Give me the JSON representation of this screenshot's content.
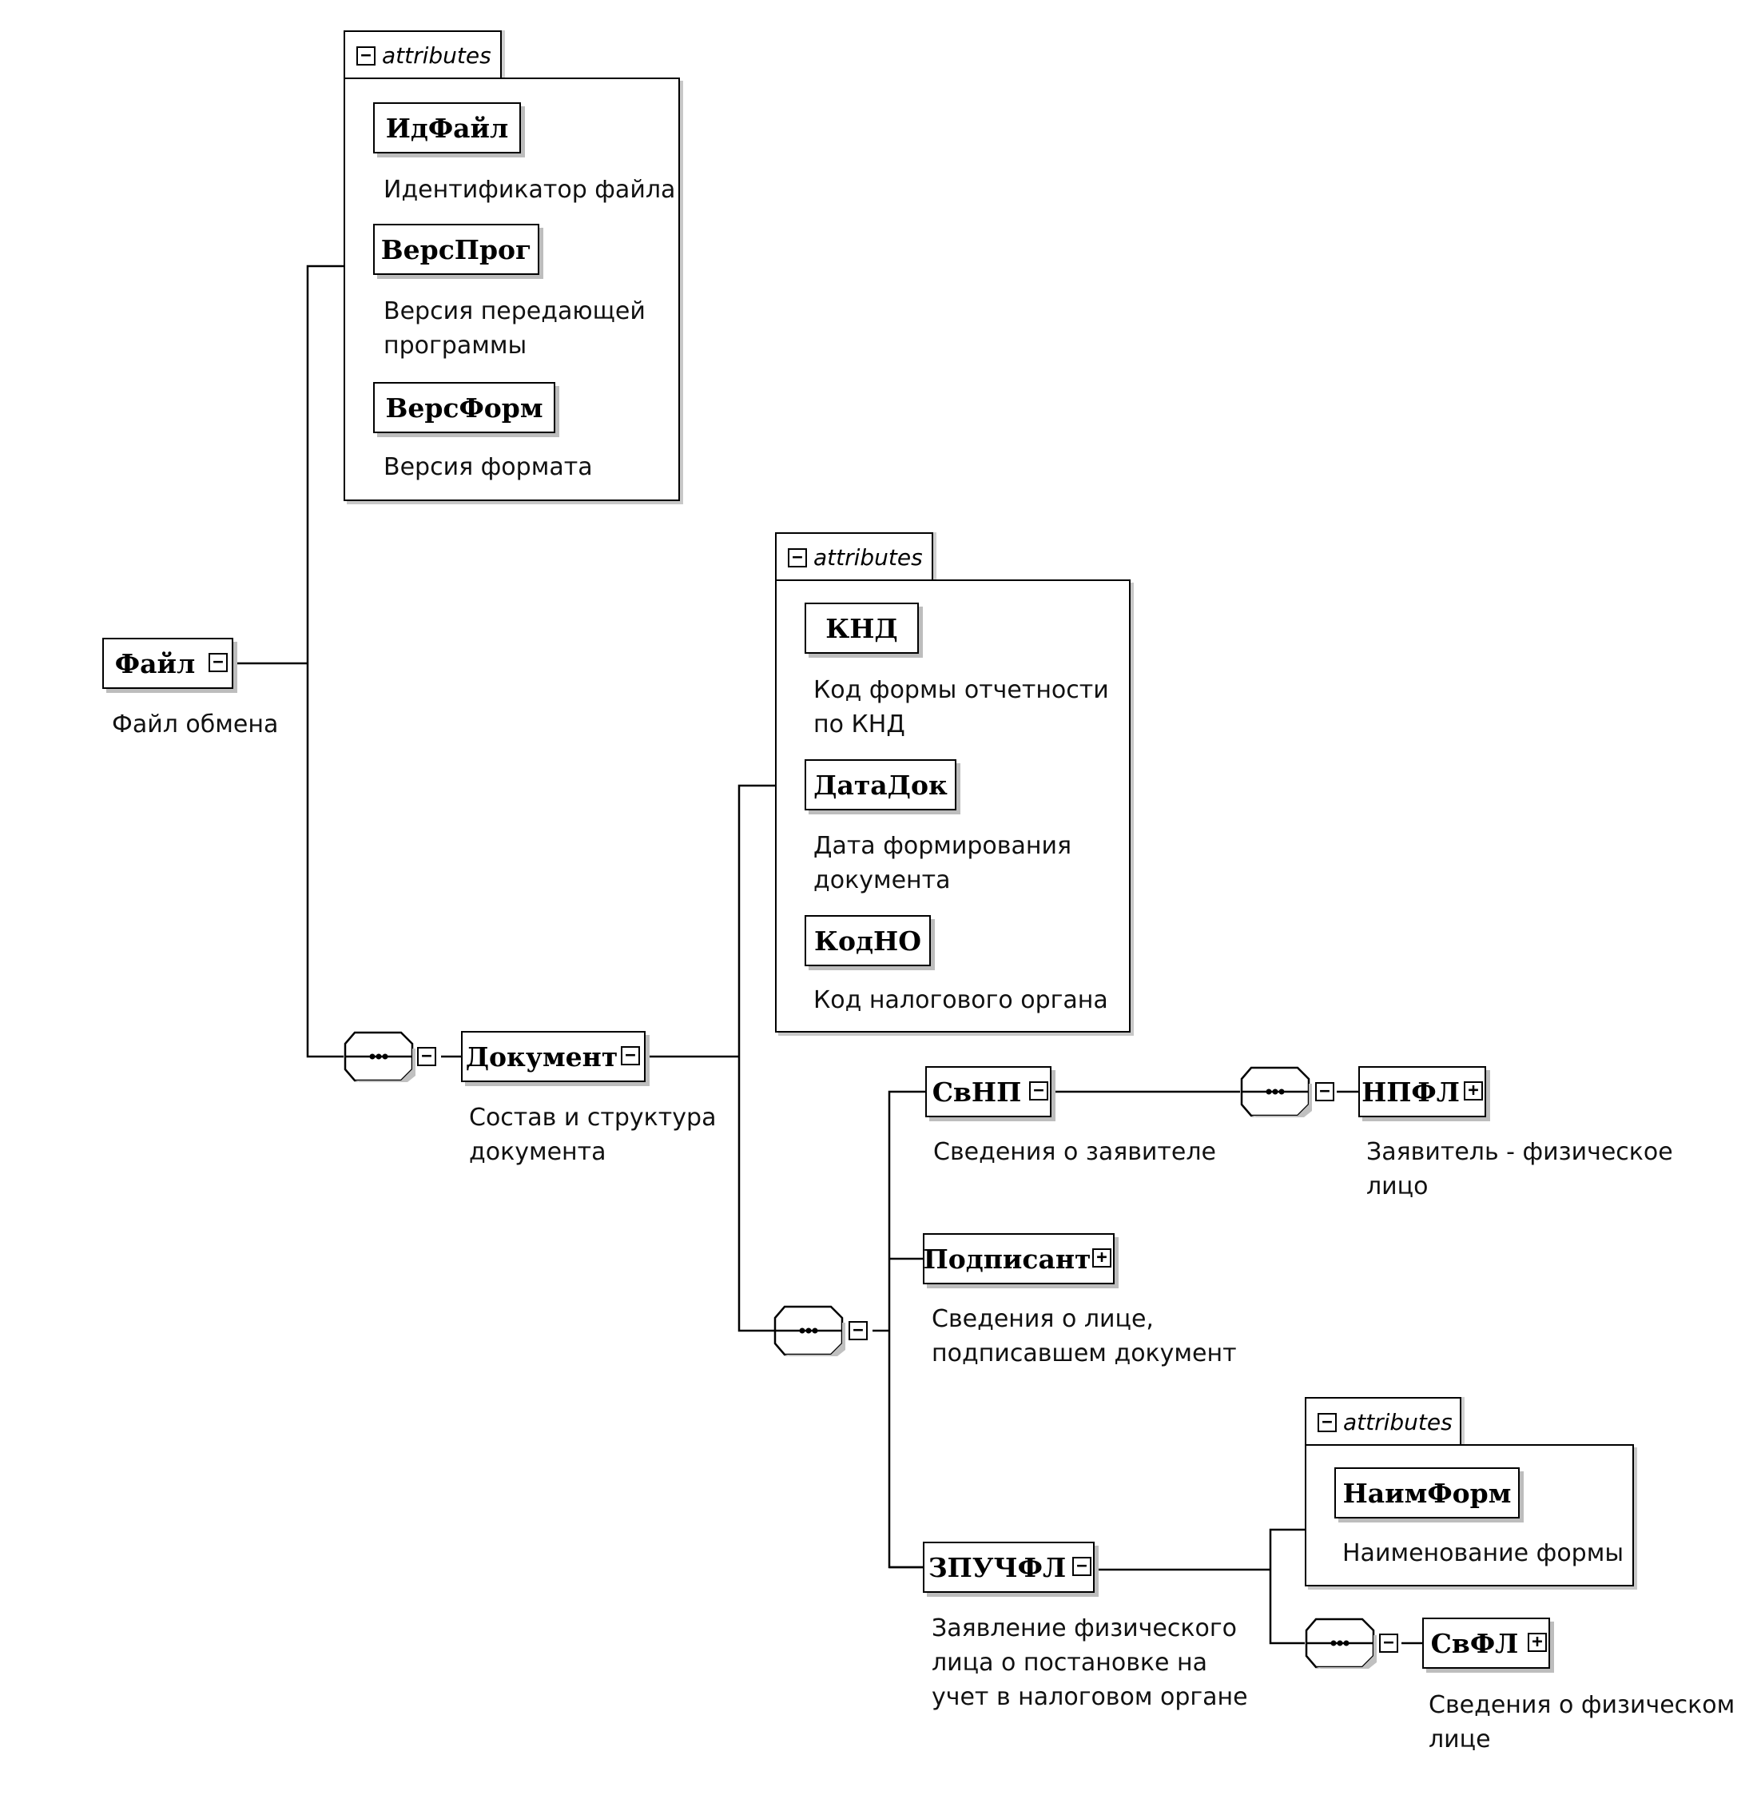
{
  "attribute_groups": {
    "file": {
      "title": "attributes",
      "items": [
        {
          "name": "ИдФайл",
          "description": "Идентификатор файла"
        },
        {
          "name": "ВерсПрог",
          "description": "Версия передающей\nпрограммы"
        },
        {
          "name": "ВерсФорм",
          "description": "Версия формата"
        }
      ]
    },
    "document": {
      "title": "attributes",
      "items": [
        {
          "name": "КНД",
          "description": "Код формы отчетности\nпо КНД"
        },
        {
          "name": "ДатаДок",
          "description": "Дата формирования\nдокумента"
        },
        {
          "name": "КодНО",
          "description": "Код налогового органа"
        }
      ]
    },
    "zpuchfl": {
      "title": "attributes",
      "items": [
        {
          "name": "НаимФорм",
          "description": "Наименование формы"
        }
      ]
    }
  },
  "elements": {
    "fajl": {
      "name": "Файл",
      "description": "Файл обмена",
      "toggle": "−"
    },
    "dokument": {
      "name": "Документ",
      "description": "Состав и структура\nдокумента",
      "toggle": "−"
    },
    "svnp": {
      "name": "СвНП",
      "description": "Сведения о заявителе",
      "toggle": "−"
    },
    "npfl": {
      "name": "НПФЛ",
      "description": "Заявитель - физическое\nлицо",
      "toggle": "+"
    },
    "podpisant": {
      "name": "Подписант",
      "description": "Сведения о лице,\nподписавшем документ",
      "toggle": "+"
    },
    "zpuchfl": {
      "name": "ЗПУЧФЛ",
      "description": "Заявление физического\nлица о постановке на\nучет в налоговом органе",
      "toggle": "−"
    },
    "svfl": {
      "name": "СвФЛ",
      "description": "Сведения о физическом\nлице",
      "toggle": "+"
    }
  },
  "sequence_toggle": "−"
}
